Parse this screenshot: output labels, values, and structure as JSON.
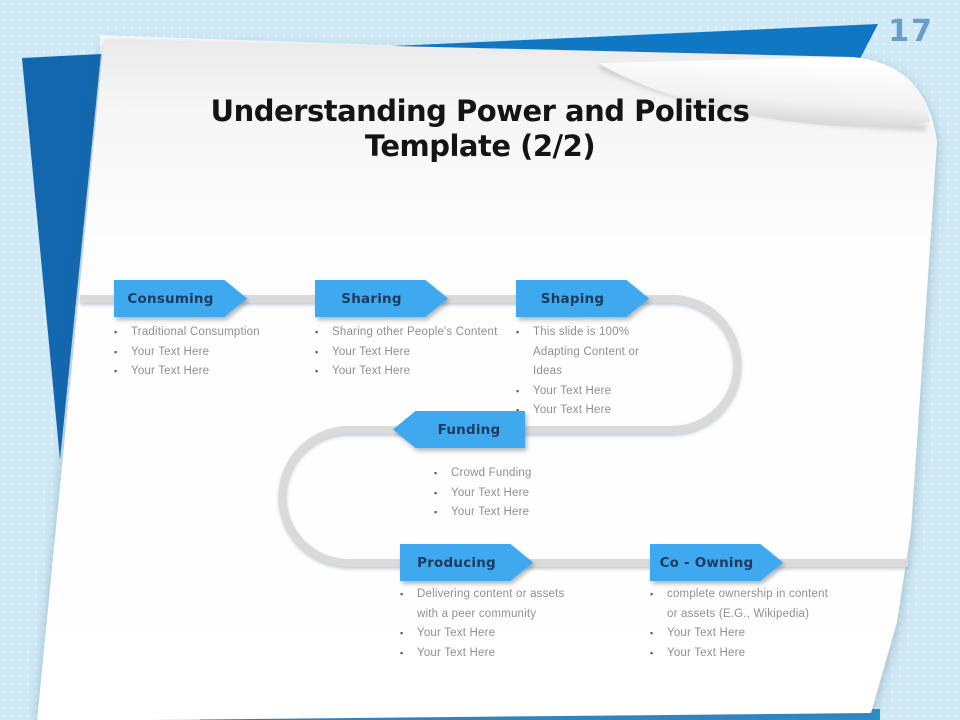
{
  "page": {
    "number": "17"
  },
  "title": {
    "line1": "Understanding Power and Politics",
    "line2": "Template (2/2)"
  },
  "colors": {
    "background": "#cfe9f6",
    "arrow_fill": "#3fa9f0",
    "arrow_label": "#1d3b5e",
    "bullet_text": "#8f8f8f",
    "track_gray": "#dadada",
    "sheet_dark_blue": "#1267ae",
    "sheet_bright_blue": "#0f78c4",
    "page_number": "#6b9dcb",
    "title_text": "#141414"
  },
  "groups": [
    {
      "id": "consuming",
      "label": "Consuming",
      "direction": "right",
      "bullets": [
        "Traditional Consumption",
        "Your Text Here",
        "Your Text Here"
      ]
    },
    {
      "id": "sharing",
      "label": "Sharing",
      "direction": "right",
      "bullets": [
        "Sharing other People's Content",
        "Your Text Here",
        "Your Text Here"
      ]
    },
    {
      "id": "shaping",
      "label": "Shaping",
      "direction": "right",
      "bullets": [
        "This slide is 100% Adapting Content or Ideas",
        "Your Text Here",
        "Your Text Here"
      ]
    },
    {
      "id": "funding",
      "label": "Funding",
      "direction": "left",
      "bullets": [
        "Crowd Funding",
        "Your Text Here",
        "Your Text Here"
      ]
    },
    {
      "id": "producing",
      "label": "Producing",
      "direction": "right",
      "bullets": [
        "Delivering content or assets with a peer community",
        "Your Text Here",
        "Your Text Here"
      ]
    },
    {
      "id": "co_owning",
      "label": "Co - Owning",
      "direction": "right",
      "bullets": [
        "complete ownership in content or assets (E.G., Wikipedia)",
        "Your Text Here",
        "Your Text Here"
      ]
    }
  ]
}
